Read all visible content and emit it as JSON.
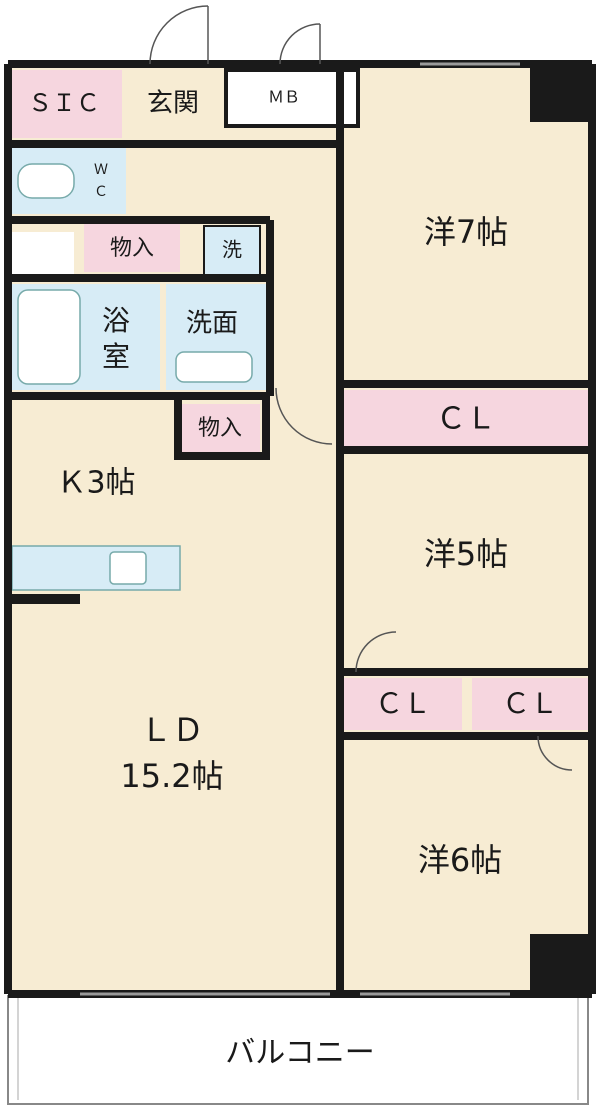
{
  "rooms": {
    "sic": "ＳＩＣ",
    "entrance": "玄関",
    "mb": "ＭＢ",
    "wc_line1": "Ｗ",
    "wc_line2": "Ｃ",
    "storage_top": "物入",
    "washer": "洗",
    "bath_line1": "浴",
    "bath_line2": "室",
    "washroom": "洗面",
    "storage_mid": "物入",
    "kitchen": "Ｋ3帖",
    "ld_line1": "ＬＤ",
    "ld_line2": "15.2帖",
    "western7": "洋7帖",
    "western5": "洋5帖",
    "western6": "洋6帖",
    "closet_7": "ＣＬ",
    "closet_5": "ＣＬ",
    "closet_6": "ＣＬ",
    "balcony": "バルコニー"
  },
  "colors": {
    "floor": "#f7ecd3",
    "wet_area": "#d7ecf6",
    "storage": "#f6d6df",
    "wall": "#1a1a1a",
    "white_room": "#ffffff"
  }
}
